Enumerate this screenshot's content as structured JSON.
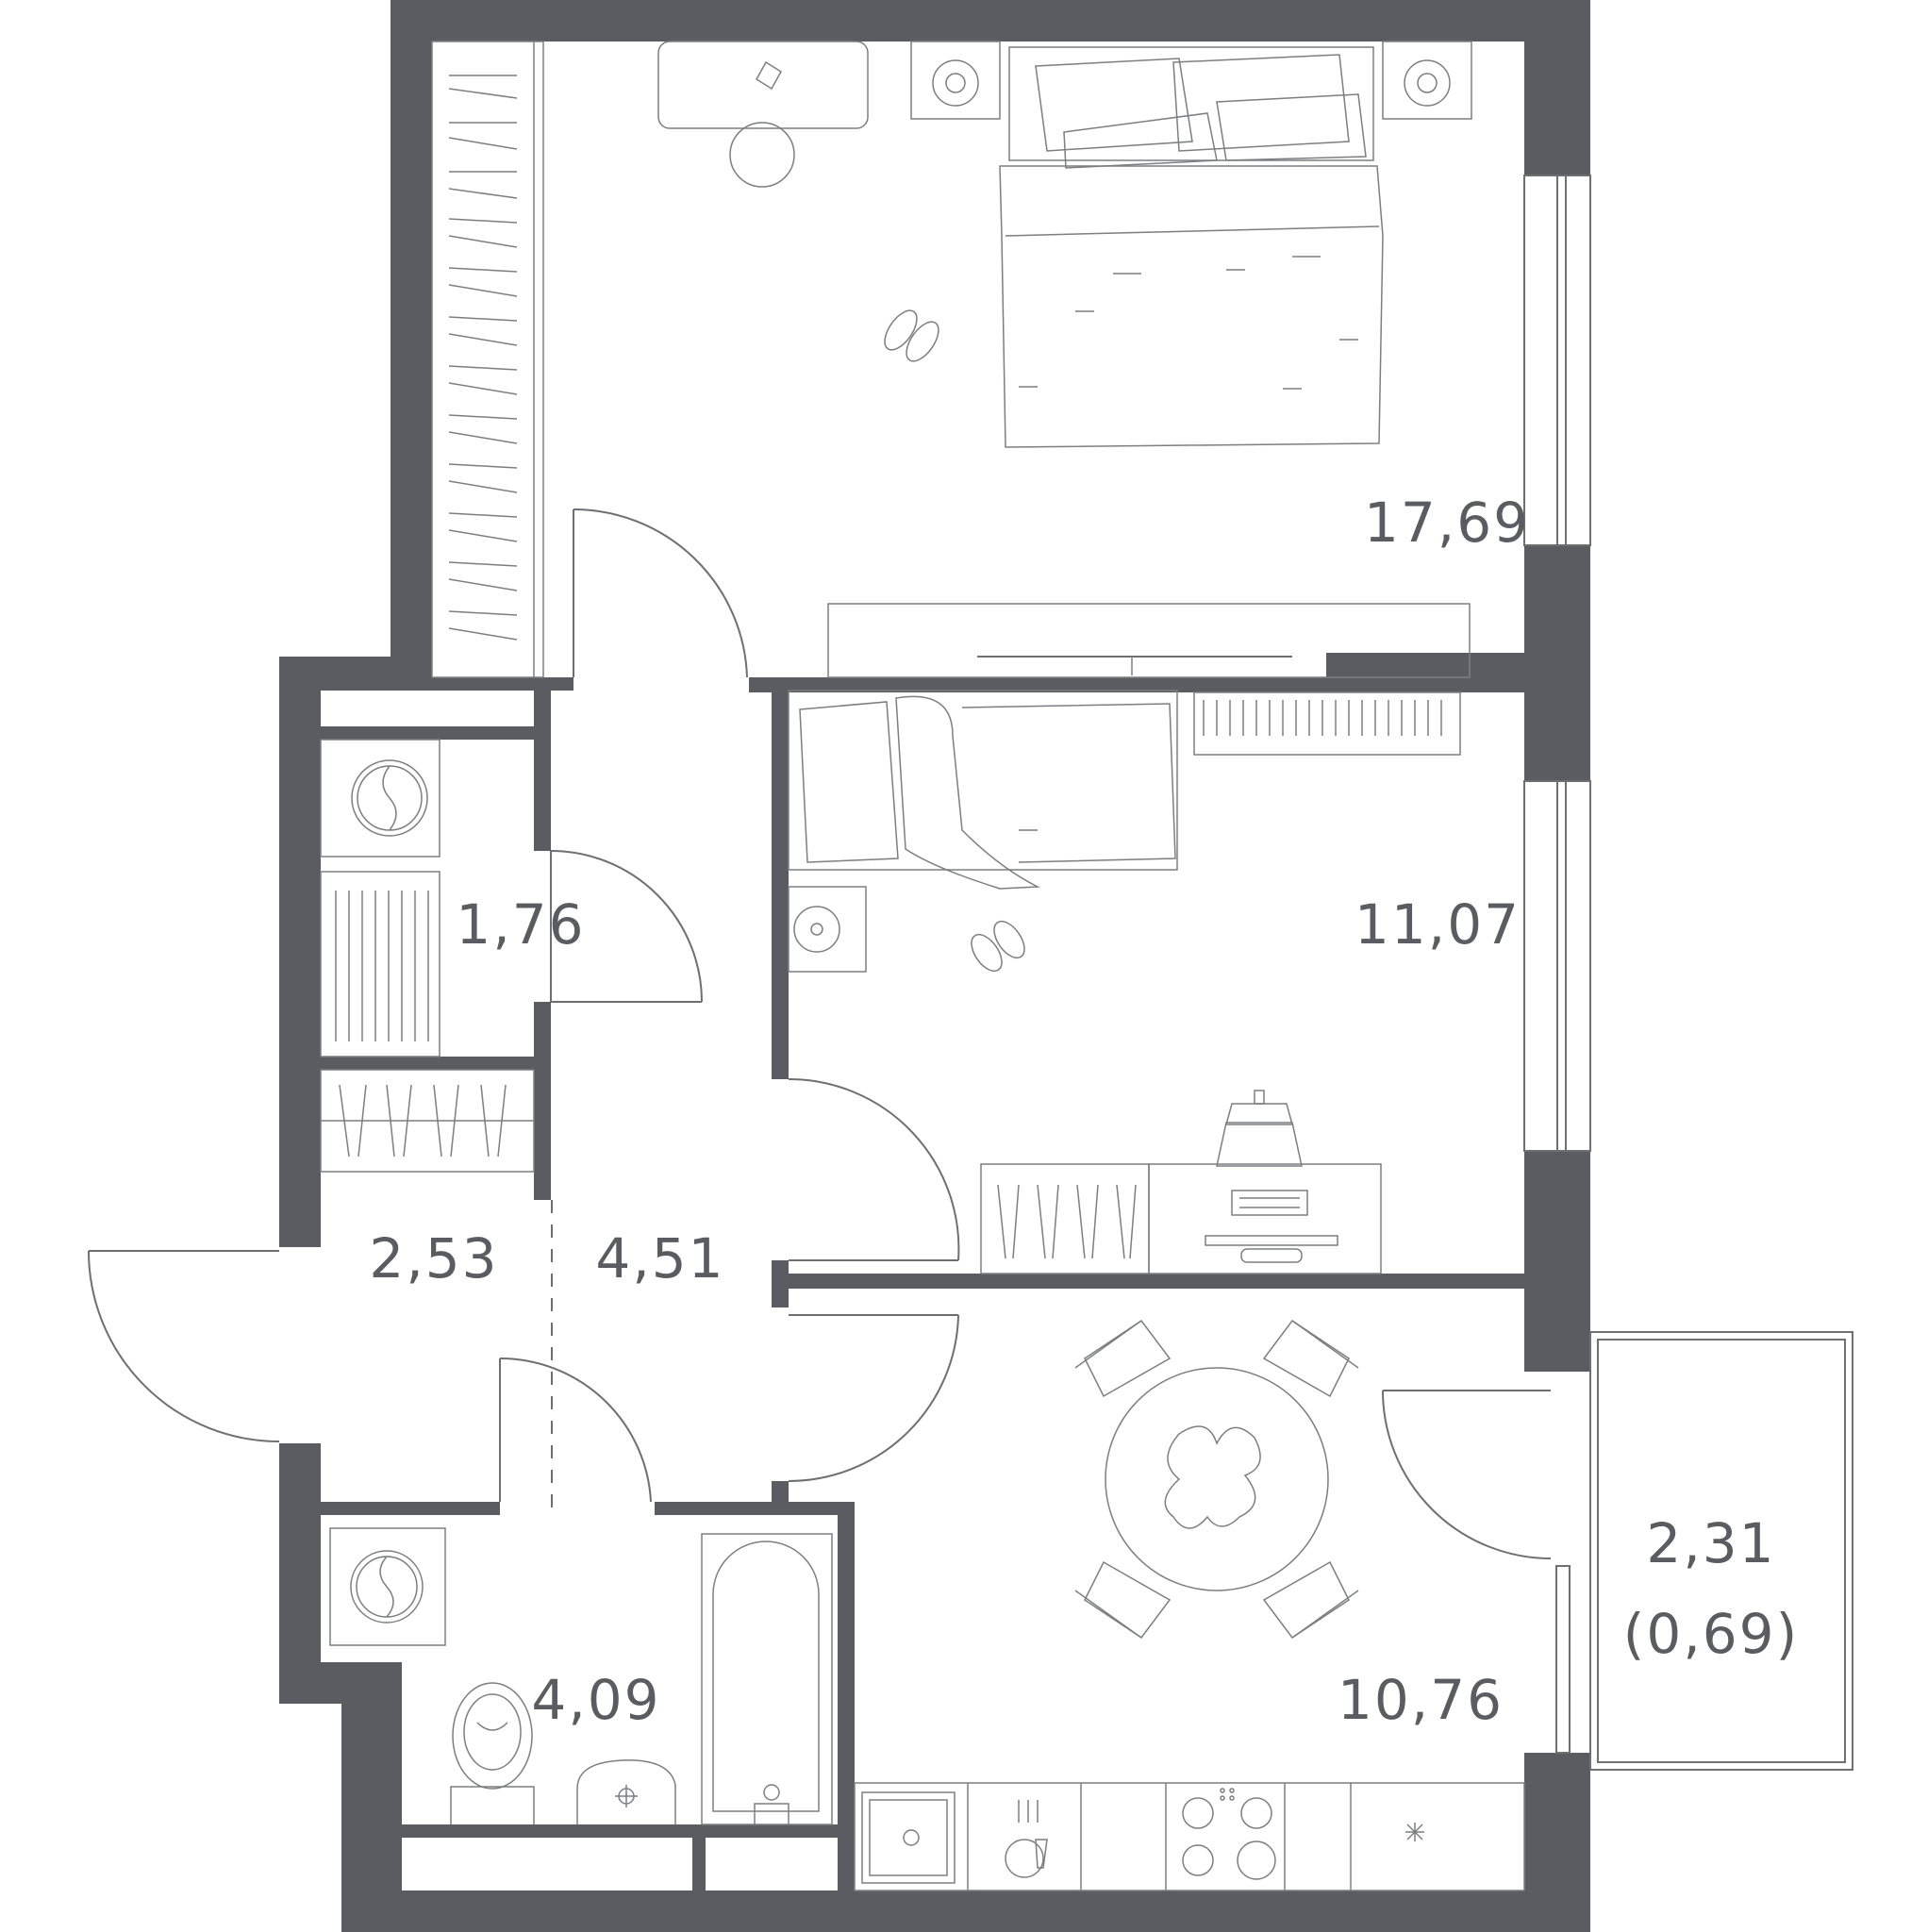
{
  "colors": {
    "wall": "#5a5c61",
    "line": "#6d6f73",
    "background": "#ffffff",
    "label": "#5a5c61"
  },
  "rooms": {
    "bedroom_large": {
      "area": "17,69"
    },
    "bedroom_small": {
      "area": "11,07"
    },
    "storage": {
      "area": "1,76"
    },
    "entrance": {
      "area": "2,53"
    },
    "hall": {
      "area": "4,51"
    },
    "bathroom": {
      "area": "4,09"
    },
    "kitchen": {
      "area": "10,76"
    },
    "balcony": {
      "area": "2,31",
      "reduced_area": "(0,69)"
    }
  },
  "icons": [
    "washing-machine-icon",
    "bathtub-icon",
    "toilet-icon",
    "sink-icon",
    "stove-icon",
    "kitchen-sink-icon",
    "dining-table-icon",
    "double-bed-icon",
    "single-bed-icon",
    "desk-icon",
    "slippers-icon"
  ]
}
